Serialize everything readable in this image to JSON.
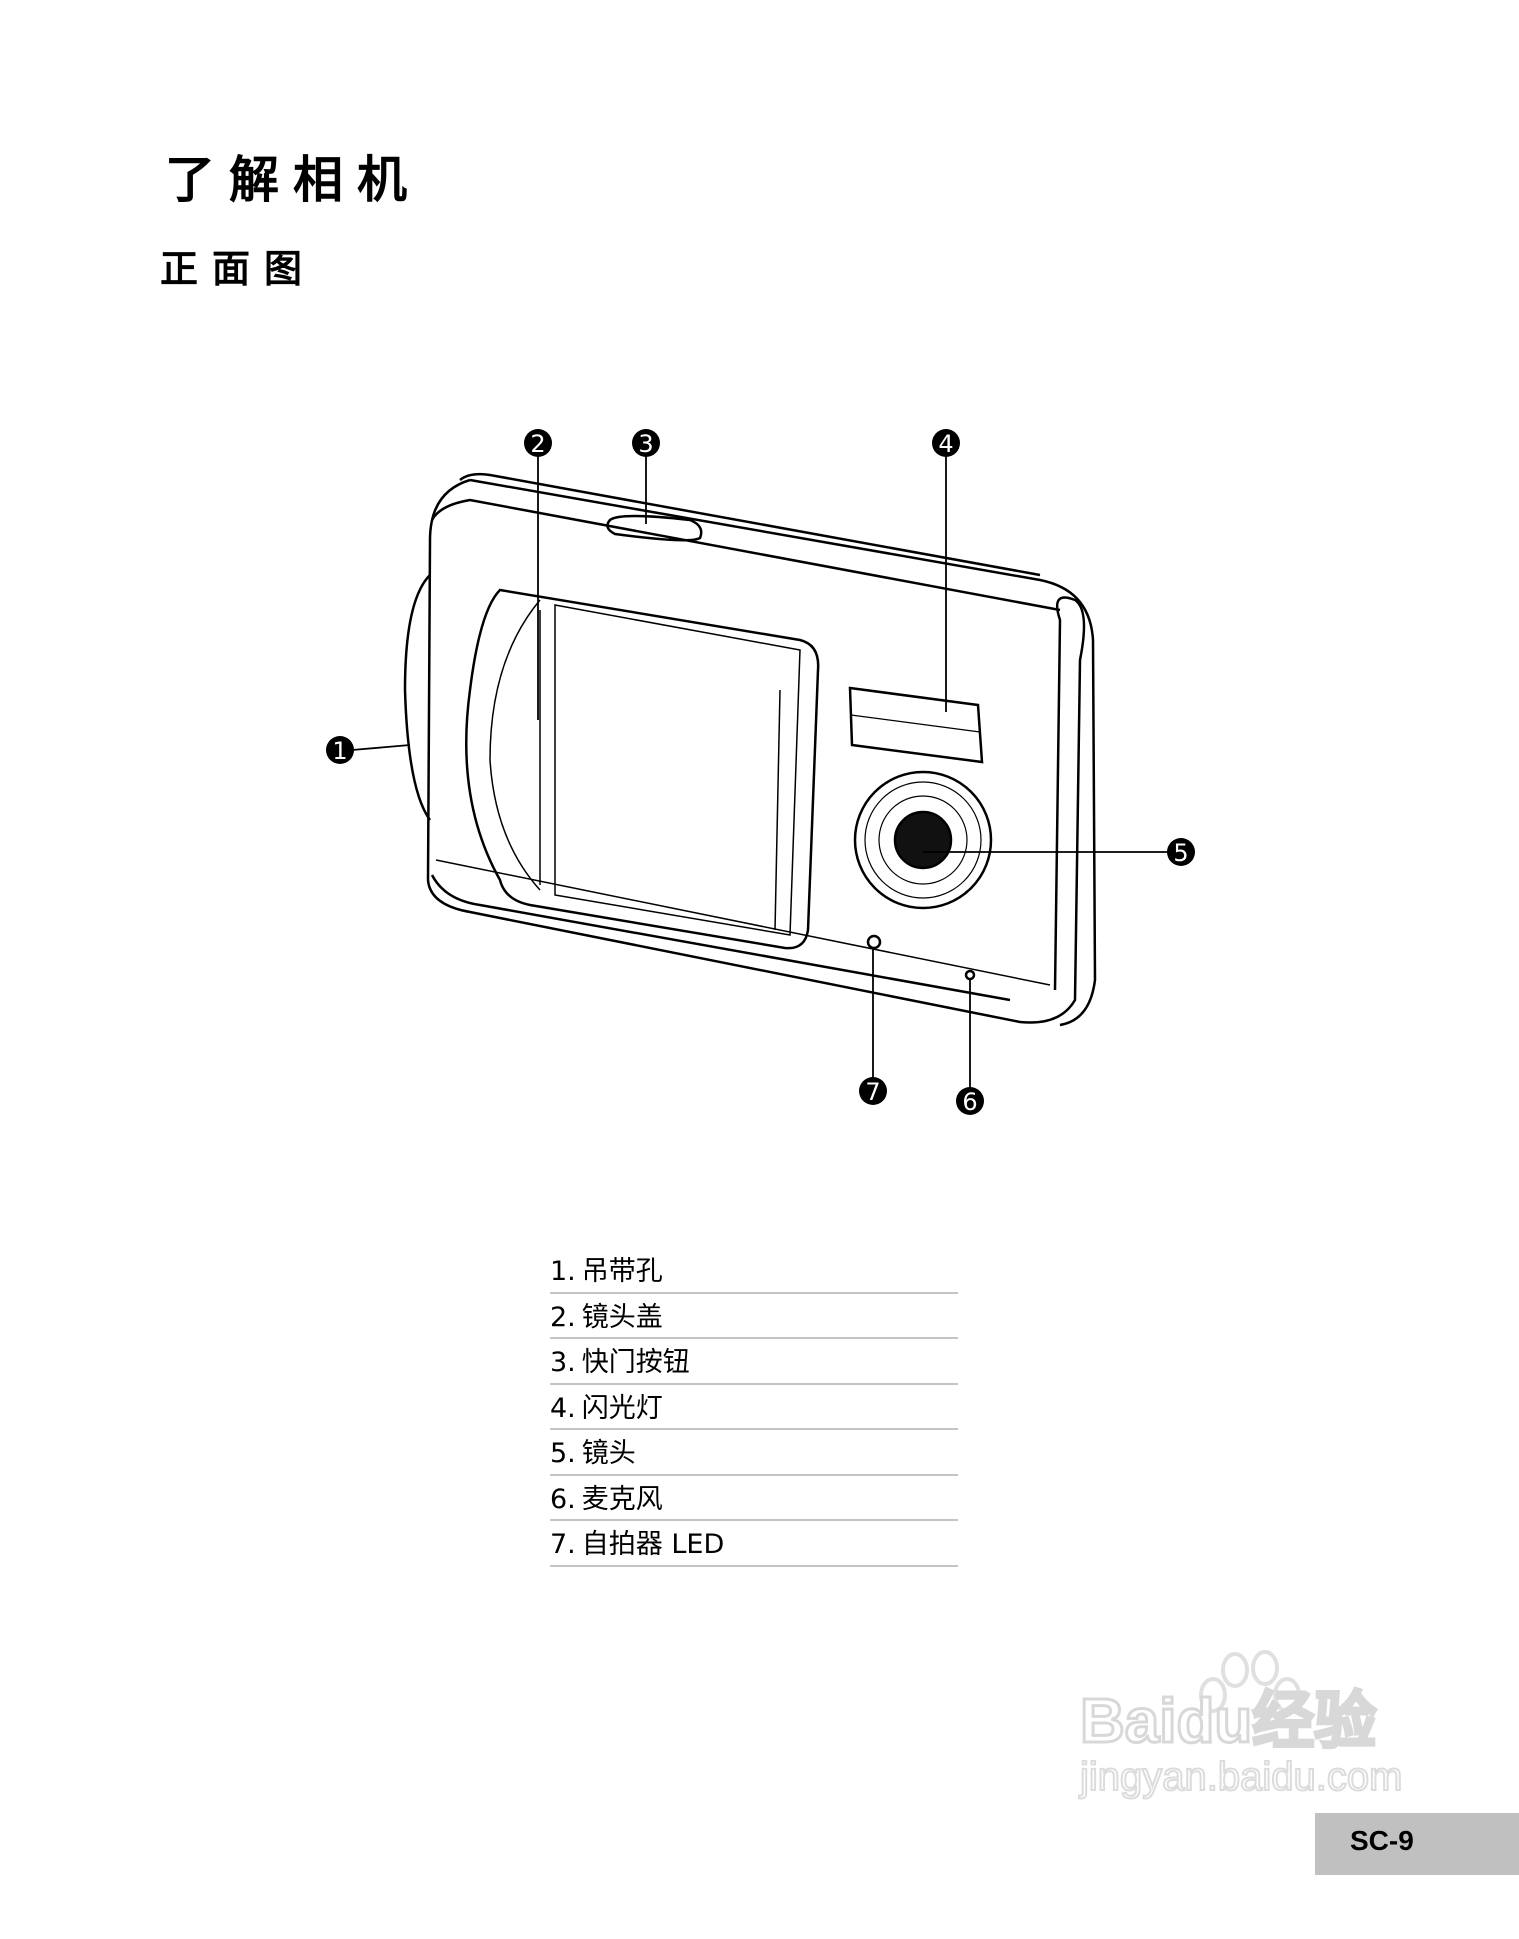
{
  "title": "了解相机",
  "subtitle": "正面图",
  "callouts": [
    "1",
    "2",
    "3",
    "4",
    "5",
    "6",
    "7"
  ],
  "legend": [
    {
      "num": "1.",
      "label": "吊带孔"
    },
    {
      "num": "2.",
      "label": "镜头盖"
    },
    {
      "num": "3.",
      "label": "快门按钮"
    },
    {
      "num": "4.",
      "label": "闪光灯"
    },
    {
      "num": "5.",
      "label": "镜头"
    },
    {
      "num": "6.",
      "label": "麦克风"
    },
    {
      "num": "7.",
      "label": "自拍器 LED"
    }
  ],
  "page_number": "SC-9",
  "watermark": {
    "brand": "Baidu经验",
    "url": "jingyan.baidu.com"
  }
}
